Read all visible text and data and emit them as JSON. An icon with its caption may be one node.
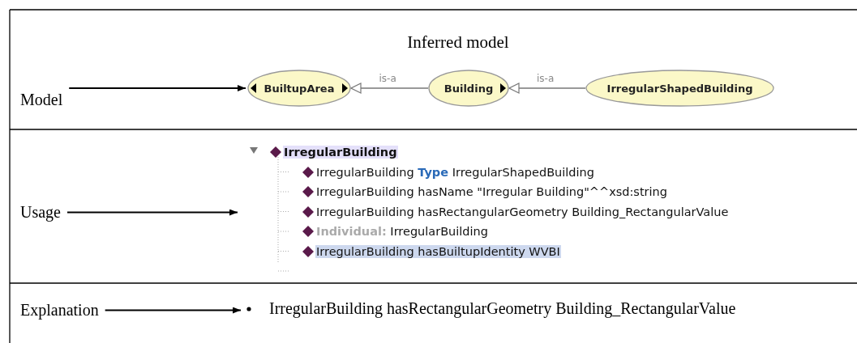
{
  "diagram": {
    "title": "Inferred model",
    "nodes": [
      {
        "text": [
          "Model"
        ]
      },
      {
        "text": [
          "BuiltupArea"
        ]
      },
      {
        "text": [
          "Building"
        ]
      },
      {
        "text": [
          "IrregularShapedBuilding"
        ]
      },
      {
        "text": [
          "Usage"
        ]
      },
      {
        "text": [
          "IrregularBuilding",
          "IrregularBuilding **Type** IrregularShapedBuilding",
          "IrregularBuilding hasName \"Irregular Building\"^^xsd:string",
          "IrregularBuilding hasRectangularGeometry Building_RectangularValue",
          "**Individual:** IrregularBuilding",
          "IrregularBuilding hasBuiltupIdentity WVBI"
        ]
      },
      {
        "text": [
          "Explanation"
        ]
      },
      {
        "text": [
          "IrregularBuilding hasRectangularGeometry Building_RectangularValue"
        ]
      }
    ],
    "edges": [
      {
        "from": 0,
        "to": 1,
        "arrow": "to"
      },
      {
        "from": 2,
        "to": 1,
        "arrow": "to",
        "label": "is-a",
        "color": "#777777"
      },
      {
        "from": 3,
        "to": 2,
        "arrow": "to",
        "label": "is-a",
        "color": "#777777"
      },
      {
        "from": 4,
        "to": 5,
        "arrow": "to"
      },
      {
        "from": 6,
        "to": 7,
        "arrow": "to"
      }
    ]
  }
}
